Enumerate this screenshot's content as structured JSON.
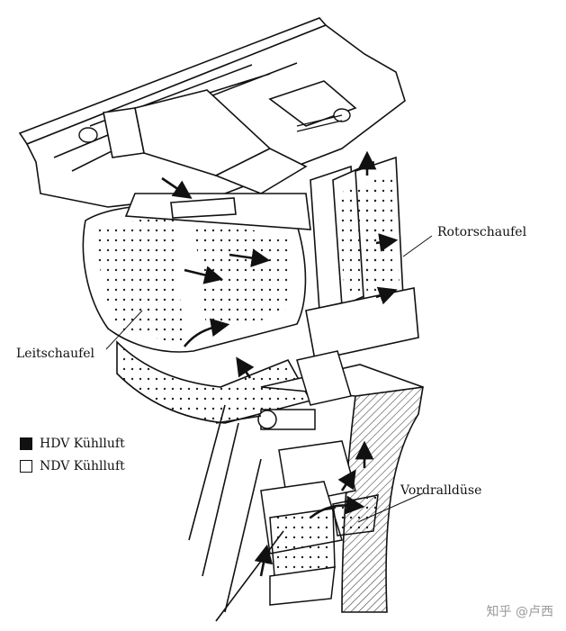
{
  "labels": {
    "rotor_blade": "Rotorschaufel",
    "guide_vane": "Leitschaufel",
    "preswirl_nozzle": "Vordralldüse"
  },
  "legend": [
    {
      "label": "HDV Kühlluft",
      "fill": "#111111"
    },
    {
      "label": "NDV Kühlluft",
      "fill": "#ffffff"
    }
  ],
  "watermark": "知乎 @卢西",
  "colors": {
    "ink": "#111111",
    "hatch": "#555555",
    "paper": "#ffffff"
  }
}
